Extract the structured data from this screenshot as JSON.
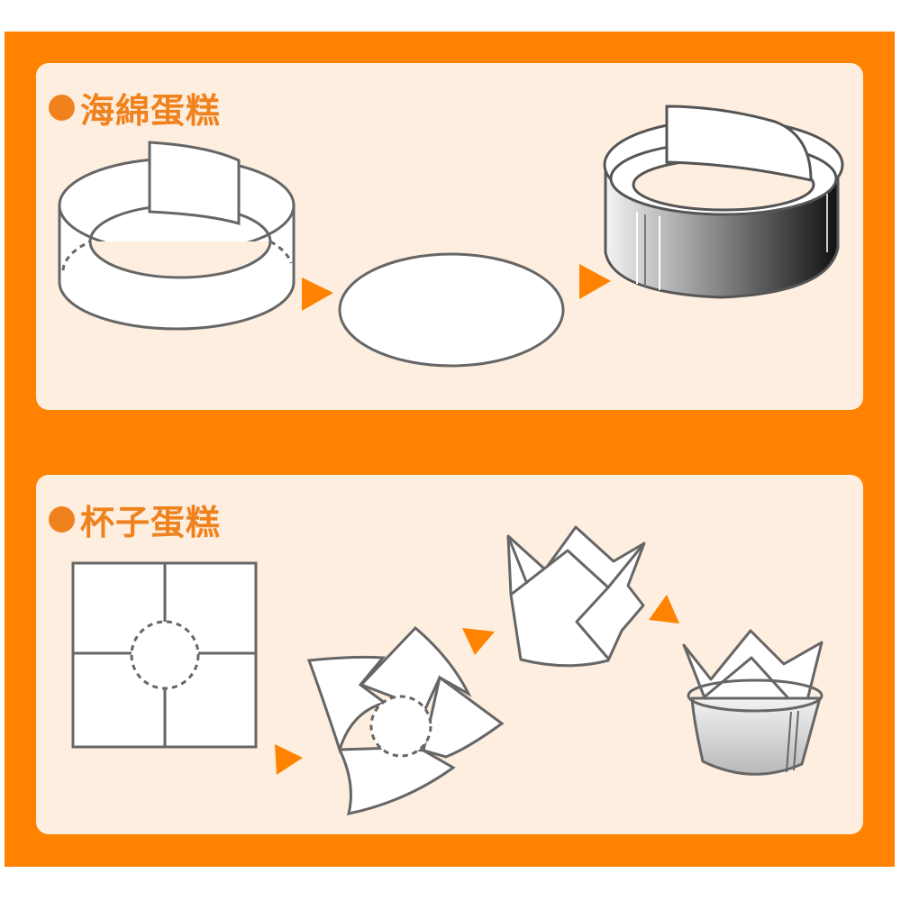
{
  "colors": {
    "frame_orange": "#ff8200",
    "panel_background": "#fdeee0",
    "title_orange": "#f0821e",
    "outline_gray": "#666666"
  },
  "sections": [
    {
      "title": "海綿蛋糕",
      "bullet_icon": "orange-dot-icon",
      "steps": [
        {
          "name": "paper-ring-strip",
          "description": "Strip of paper wrapped into a ring with overlapping seam"
        },
        {
          "name": "round-base-sheet",
          "description": "Oval/round paper base sheet"
        },
        {
          "name": "ring-in-metal-mold",
          "description": "Paper ring placed inside a dark metal cake ring mold"
        }
      ],
      "arrows": [
        "right-arrow-icon",
        "right-arrow-icon"
      ]
    },
    {
      "title": "杯子蛋糕",
      "bullet_icon": "orange-dot-icon",
      "steps": [
        {
          "name": "square-sheet-cut",
          "description": "Square paper sheet cut into four flaps with dashed center circle"
        },
        {
          "name": "folded-pinwheel",
          "description": "Flaps folded into pinwheel around dashed center circle"
        },
        {
          "name": "tulip-cup",
          "description": "Paper formed into tulip-shaped cup"
        },
        {
          "name": "tulip-cup-in-mold",
          "description": "Tulip cup placed in a silver cup mold"
        }
      ],
      "arrows": [
        "right-arrow-icon",
        "right-arrow-icon",
        "up-arrow-icon"
      ]
    }
  ]
}
